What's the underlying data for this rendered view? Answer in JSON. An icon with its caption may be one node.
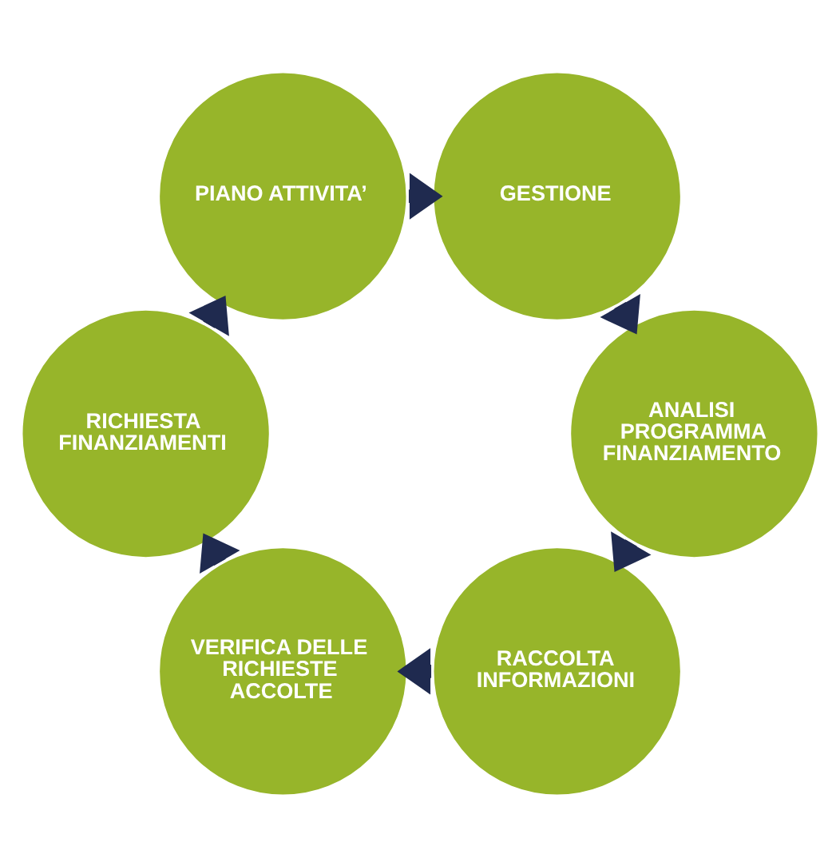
{
  "diagram": {
    "nodes": [
      {
        "text": [
          "RACCOLTA INFORMAZIONI"
        ]
      },
      {
        "text": [
          "VERIFICA DELLE RICHIESTE ACCOLTE"
        ]
      },
      {
        "text": [
          "RICHIESTA FINANZIAMENTI"
        ]
      },
      {
        "text": [
          "PIANO ATTIVITA’"
        ]
      },
      {
        "text": [
          "GESTIONE"
        ]
      },
      {
        "text": [
          "ANALISI PROGRAMMA FINANZIAMENTO"
        ]
      }
    ],
    "edges": [
      {
        "from": 0,
        "to": 1,
        "arrow": "to"
      },
      {
        "from": 1,
        "to": 2,
        "arrow": "to"
      },
      {
        "from": 2,
        "to": 3,
        "arrow": "to"
      },
      {
        "from": 3,
        "to": 4,
        "arrow": "to"
      },
      {
        "from": 4,
        "to": 5,
        "arrow": "to"
      },
      {
        "from": 5,
        "to": 0,
        "arrow": "to"
      }
    ]
  }
}
